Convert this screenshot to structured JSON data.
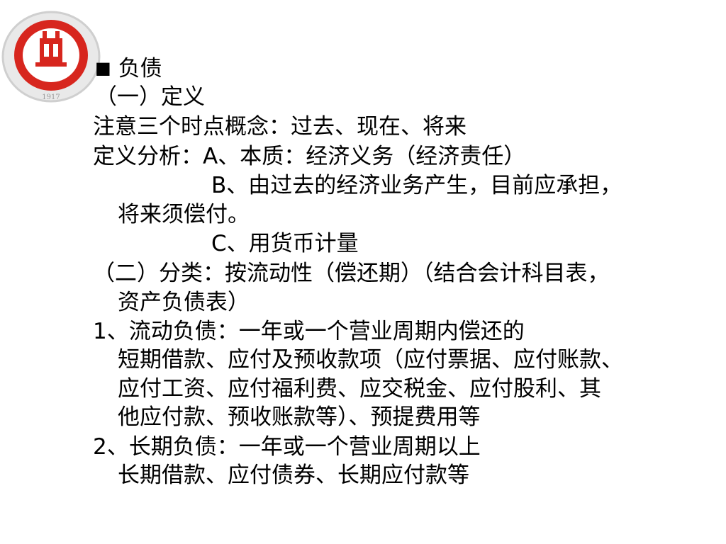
{
  "logo": {
    "name": "university-seal-icon",
    "colors": {
      "red": "#d7261e",
      "grey": "#c9c9c9"
    },
    "year_text": "1917"
  },
  "bullet": "■",
  "lines": [
    "负债",
    "（一）定义",
    "注意三个时点概念：过去、现在、将来",
    "定义分析：A、本质：经济义务（经济责任）",
    "B、由过去的经济业务产生，目前应承担，",
    "将来须偿付。",
    "C、用货币计量",
    "（二）分类：按流动性（偿还期）（结合会计科目表，",
    "资产负债表）",
    "1、流动负债：一年或一个营业周期内偿还的",
    "短期借款、应付及预收款项（应付票据、应付账款、",
    "应付工资、应付福利费、应交税金、应付股利、其",
    "他应付款、预收账款等）、预提费用等",
    "2、长期负债：一年或一个营业周期以上",
    "长期借款、应付债券、长期应付款等"
  ]
}
